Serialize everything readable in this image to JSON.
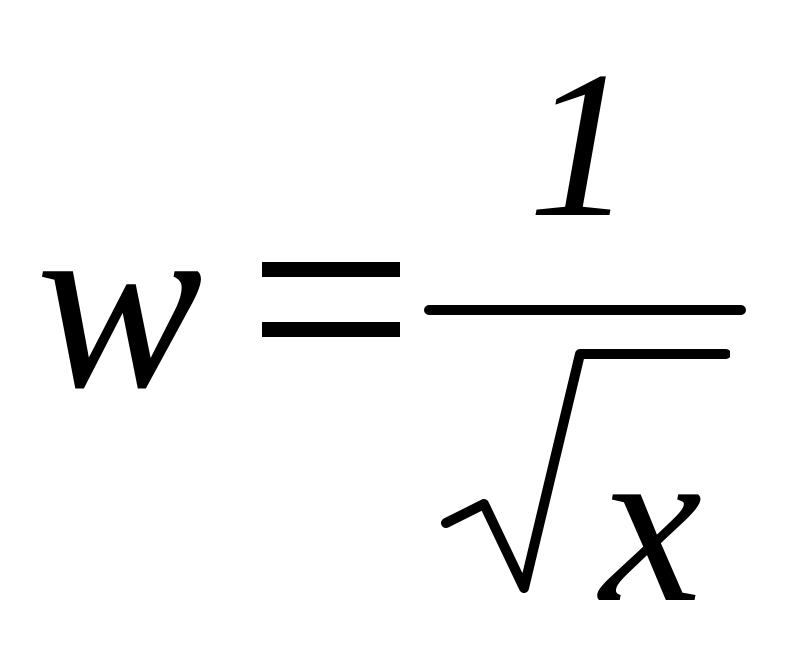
{
  "equation": {
    "lhs": "w",
    "equals": "=",
    "numerator": "1",
    "radicand": "x"
  }
}
